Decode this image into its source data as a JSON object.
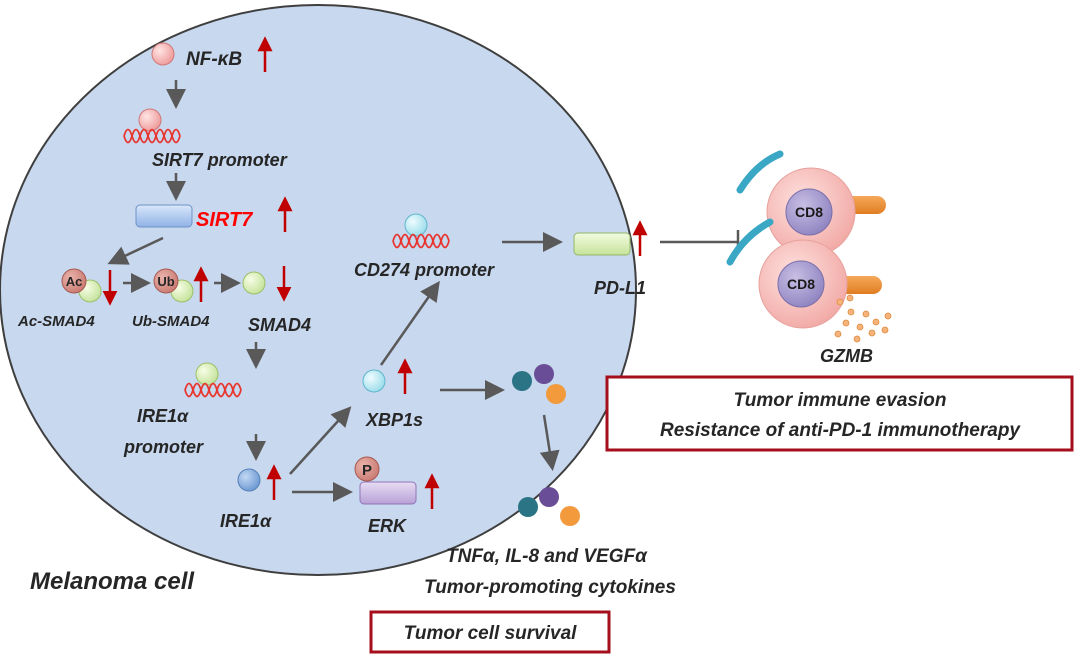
{
  "labels": {
    "nfkb": "NF-κB",
    "sirt7_promoter": "SIRT7 promoter",
    "sirt7": "SIRT7",
    "ac": "Ac",
    "ub": "Ub",
    "ac_smad4": "Ac-SMAD4",
    "ub_smad4": "Ub-SMAD4",
    "smad4": "SMAD4",
    "ire1a_promoter_line1": "IRE1α",
    "ire1a_promoter_line2": "promoter",
    "ire1a": "IRE1α",
    "xbp1s": "XBP1s",
    "p": "P",
    "erk": "ERK",
    "cd274_promoter": "CD274 promoter",
    "pdl1": "PD-L1",
    "cd8_top": "CD8",
    "cd8_bottom": "CD8",
    "gzmb": "GZMB",
    "cytokines_line1": "TNFα, IL-8 and VEGFα",
    "cytokines_line2": "Tumor-promoting cytokines",
    "melanoma_cell": "Melanoma cell"
  },
  "boxes": {
    "evasion_line1": "Tumor immune evasion",
    "evasion_line2": "Resistance of anti-PD-1 immunotherapy",
    "survival": "Tumor cell survival"
  },
  "colors": {
    "cell_fill": "#c8d8ee",
    "cell_stroke": "#3f3f3f",
    "up_down_arrow": "#c00000",
    "sirt7_text": "#ff0000",
    "box_border": "#a50f1c",
    "gray_arrow": "#595959"
  }
}
